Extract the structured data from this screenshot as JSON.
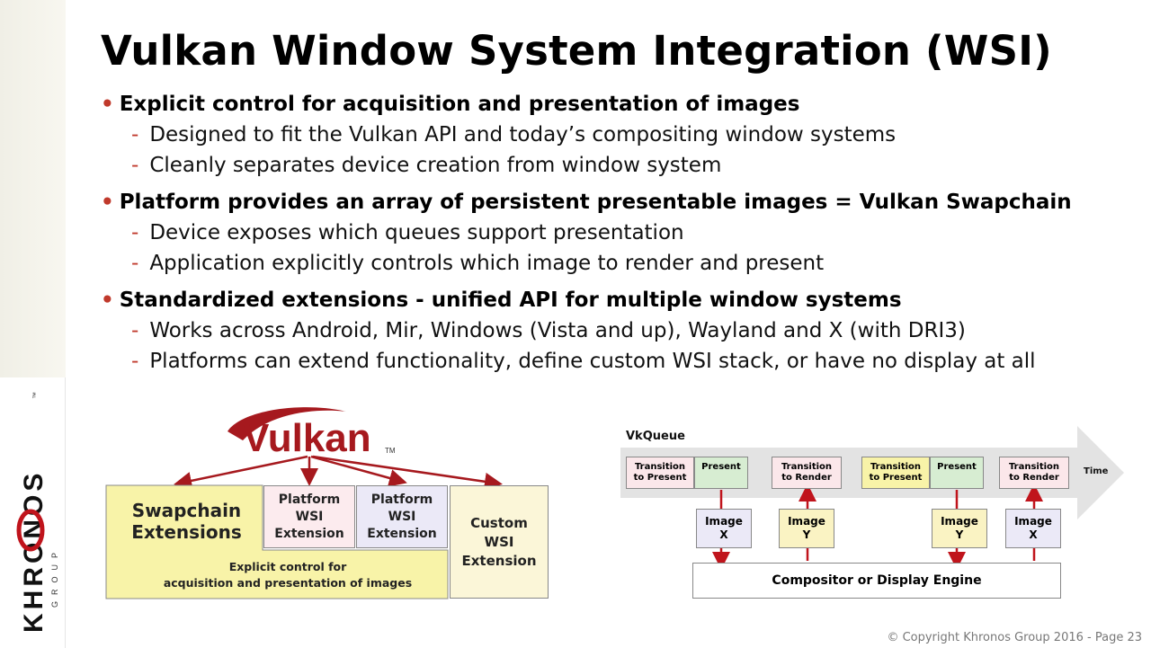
{
  "slide": {
    "title": "Vulkan Window System Integration (WSI)",
    "sections": [
      {
        "heading": "Explicit control for acquisition and presentation of images",
        "items": [
          "Designed to fit the Vulkan API and today’s compositing window systems",
          "Cleanly separates device creation from window system"
        ]
      },
      {
        "heading": "Platform provides an array of persistent presentable images = Vulkan Swapchain",
        "items": [
          "Device exposes which queues support presentation",
          "Application explicitly controls which image to render and present"
        ]
      },
      {
        "heading": "Standardized extensions - unified API for multiple window systems",
        "items": [
          "Works across Android, Mir, Windows (Vista and up), Wayland and X (with DRI3)",
          "Platforms can extend functionality, define custom WSI stack, or have no display at all"
        ]
      }
    ],
    "footer": "© Copyright Khronos Group 2016 - Page 23"
  },
  "sidebar": {
    "logo_text": "KHRONOS",
    "logo_sub": "GROUP",
    "logo_tm": "™"
  },
  "left_diagram": {
    "logo_text": "Vulkan",
    "logo_tm": "TM",
    "swapchain": {
      "line1": "Swapchain",
      "line2": "Extensions"
    },
    "platform1": {
      "line1": "Platform",
      "line2": "WSI",
      "line3": "Extension"
    },
    "platform2": {
      "line1": "Platform",
      "line2": "WSI",
      "line3": "Extension"
    },
    "custom": {
      "line1": "Custom",
      "line2": "WSI",
      "line3": "Extension"
    },
    "explicit": {
      "line1": "Explicit control for",
      "line2": "acquisition and presentation of images"
    }
  },
  "right_diagram": {
    "queue_label": "VkQueue",
    "time_label": "Time",
    "steps": [
      {
        "line1": "Transition",
        "line2": "to Present"
      },
      {
        "line1": "Present",
        "line2": ""
      },
      {
        "line1": "Transition",
        "line2": "to Render"
      },
      {
        "line1": "Transition",
        "line2": "to Present"
      },
      {
        "line1": "Present",
        "line2": ""
      },
      {
        "line1": "Transition",
        "line2": "to Render"
      }
    ],
    "images": [
      {
        "line1": "Image",
        "line2": "X"
      },
      {
        "line1": "Image",
        "line2": "Y"
      },
      {
        "line1": "Image",
        "line2": "Y"
      },
      {
        "line1": "Image",
        "line2": "X"
      }
    ],
    "compositor": "Compositor or Display Engine"
  },
  "colors": {
    "bullet_red": "#c0392b",
    "vulkan_red": "#a6191e",
    "swapchain_yellow": "#f8f3a8",
    "platform1_pink": "#fcebee",
    "platform2_lavender": "#ebe9f7",
    "custom_cream": "#fbf6d8",
    "present_green": "#d7edd2",
    "transition_pink": "#fbe7ea",
    "arrow_red": "#c0141c",
    "flow_gray": "#e3e3e3"
  }
}
